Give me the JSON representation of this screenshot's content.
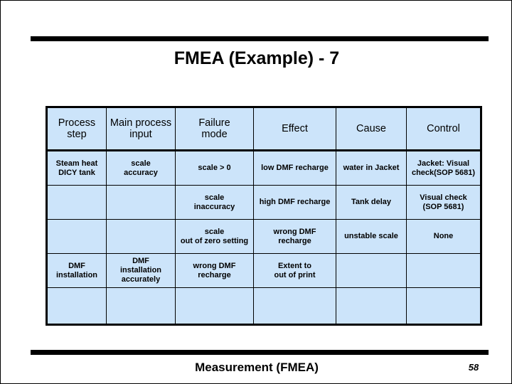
{
  "slide": {
    "title": "FMEA (Example) - 7",
    "footer_title": "Measurement (FMEA)",
    "page_number": "58"
  },
  "colors": {
    "cell_fill": "#cce4fa",
    "border": "#000000",
    "background": "#ffffff",
    "text": "#000000"
  },
  "table": {
    "headers": [
      "Process step",
      "Main process input",
      "Failure mode",
      "Effect",
      "Cause",
      "Control"
    ],
    "rows": [
      {
        "process_step": "Steam heat DICY tank",
        "main_process_input": "scale accuracy",
        "failure_mode": "scale > 0",
        "effect": "low DMF recharge",
        "cause": "water in Jacket",
        "control": "Jacket: Visual check(SOP 5681)"
      },
      {
        "process_step": "",
        "main_process_input": "",
        "failure_mode": "scale inaccuracy",
        "effect": "high DMF recharge",
        "cause": "Tank delay",
        "control": "Visual check (SOP 5681)"
      },
      {
        "process_step": "",
        "main_process_input": "",
        "failure_mode": "scale out of zero setting",
        "effect": "wrong DMF recharge",
        "cause": "unstable scale",
        "control": "None"
      },
      {
        "process_step": "DMF installation",
        "main_process_input": "DMF installation accurately",
        "failure_mode": "wrong DMF recharge",
        "effect": "Extent to out of print",
        "cause": "",
        "control": ""
      },
      {
        "process_step": "",
        "main_process_input": "",
        "failure_mode": "",
        "effect": "",
        "cause": "",
        "control": ""
      }
    ]
  }
}
